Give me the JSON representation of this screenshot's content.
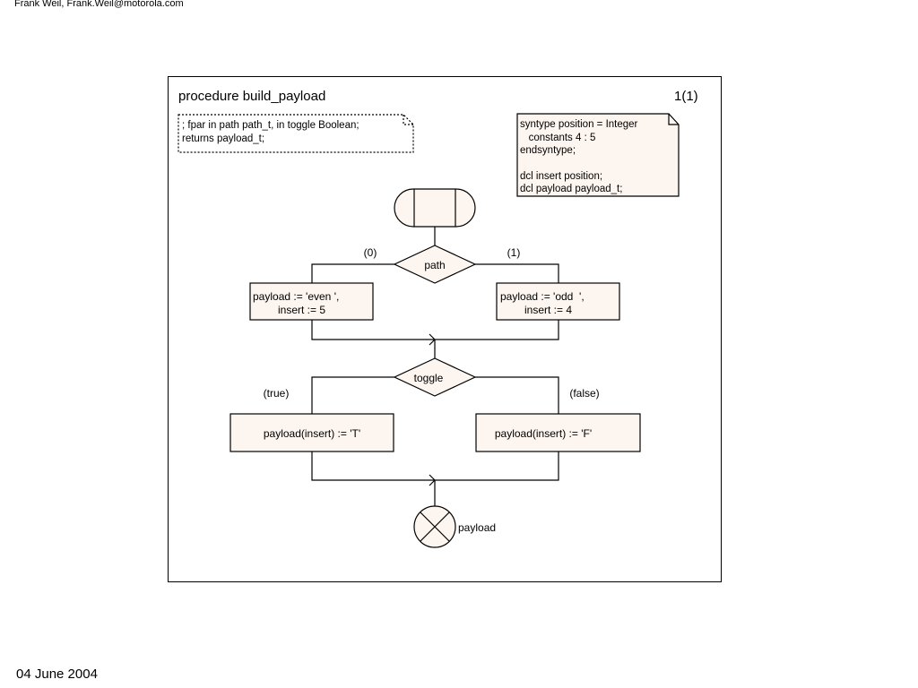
{
  "header": {
    "author": "Frank Weil, Frank.Weil@motorola.com"
  },
  "footer": {
    "date": "04 June 2004"
  },
  "diagram": {
    "title": "procedure build_payload",
    "page": "1(1)",
    "fpar_note": [
      "; fpar in path path_t, in toggle Boolean;",
      "returns payload_t;"
    ],
    "decl_note": [
      "syntype position = Integer",
      "   constants 4 : 5",
      "endsyntype;",
      "",
      "dcl insert position;",
      "dcl payload payload_t;"
    ],
    "decision1": {
      "question": "path",
      "left_answer": "(0)",
      "right_answer": "(1)",
      "left_task": [
        "payload := 'even ',",
        "insert := 5"
      ],
      "right_task": [
        "payload := 'odd  ',",
        "insert := 4"
      ]
    },
    "decision2": {
      "question": "toggle",
      "left_answer": "(true)",
      "right_answer": "(false)",
      "left_task": "payload(insert) := 'T'",
      "right_task": "payload(insert) := 'F'"
    },
    "return_label": "payload",
    "colors": {
      "symbol_fill": "#fdf5ef",
      "stroke": "#000000"
    }
  }
}
